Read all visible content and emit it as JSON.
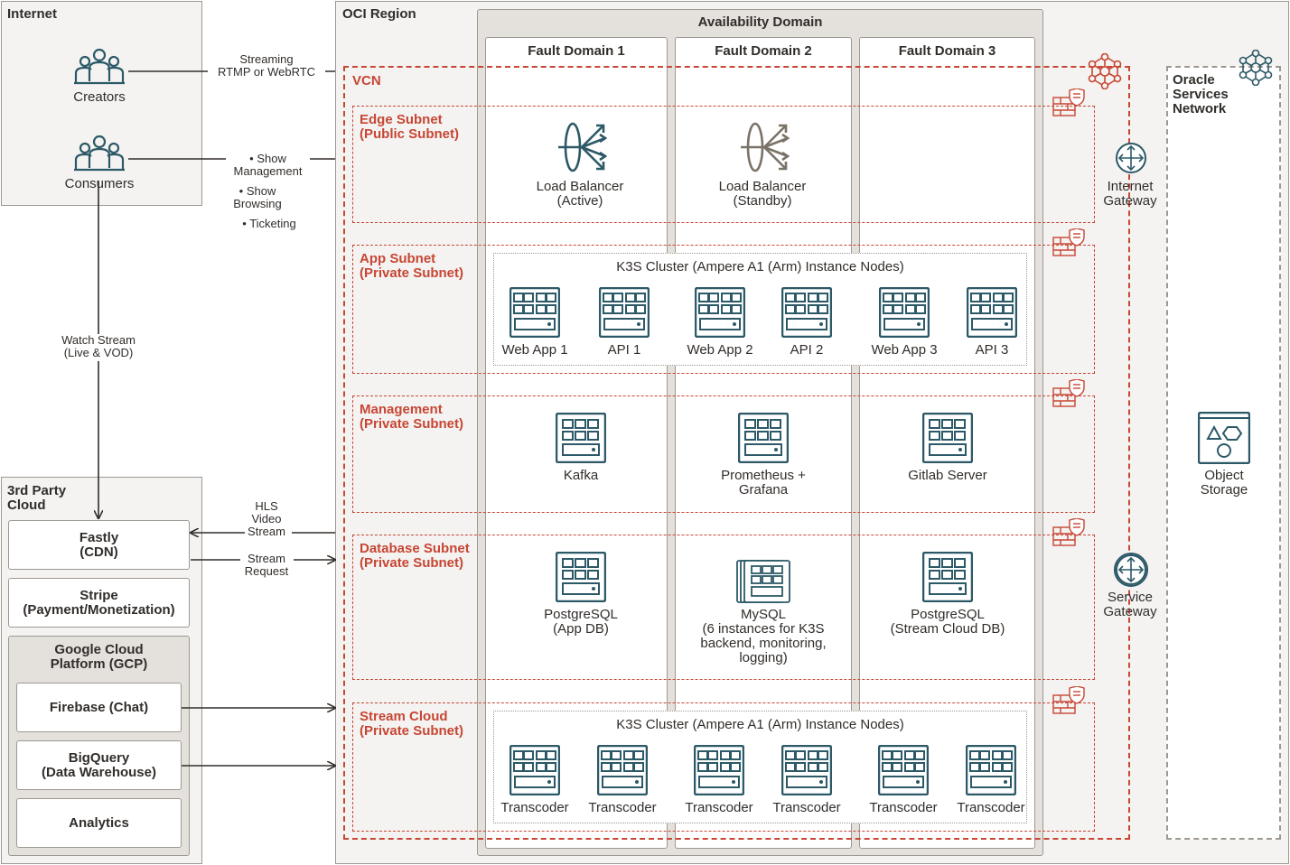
{
  "internet": {
    "title": "Internet",
    "creators": "Creators",
    "consumers": "Consumers"
  },
  "edges": {
    "streaming": "Streaming\nRTMP or WebRTC",
    "show_management": "Show\nManagement",
    "show_browsing": "Show\nBrowsing",
    "ticketing": "Ticketing",
    "watch_stream": "Watch Stream\n(Live & VOD)",
    "hls": "HLS\nVideo\nStream",
    "stream_request": "Stream\nRequest"
  },
  "third_party": {
    "title": "3rd Party\nCloud",
    "fastly": "Fastly\n(CDN)",
    "stripe": "Stripe\n(Payment/Monetization)",
    "gcp_title": "Google Cloud\nPlatform (GCP)",
    "firebase": "Firebase (Chat)",
    "bigquery": "BigQuery\n(Data Warehouse)",
    "analytics": "Analytics"
  },
  "oci": {
    "region": "OCI Region",
    "availability_domain": "Availability Domain",
    "fault_domains": [
      "Fault Domain 1",
      "Fault Domain 2",
      "Fault Domain 3"
    ],
    "vcn": "VCN",
    "subnets": {
      "edge": "Edge Subnet\n(Public Subnet)",
      "app": "App Subnet\n(Private Subnet)",
      "management": "Management\n(Private Subnet)",
      "database": "Database Subnet\n(Private Subnet)",
      "stream": "Stream Cloud\n(Private Subnet)"
    },
    "load_balancers": [
      "Load Balancer\n(Active)",
      "Load Balancer\n(Standby)"
    ],
    "k3s_title": "K3S Cluster (Ampere A1 (Arm) Instance Nodes)",
    "app_nodes": [
      "Web App 1",
      "API 1",
      "Web App 2",
      "API 2",
      "Web App 3",
      "API 3"
    ],
    "mgmt_nodes": [
      "Kafka",
      "Prometheus +\nGrafana",
      "Gitlab Server"
    ],
    "db_nodes": [
      "PostgreSQL\n(App DB)",
      "MySQL\n(6 instances for K3S\nbackend, monitoring,\nlogging)",
      "PostgreSQL\n(Stream Cloud DB)"
    ],
    "stream_nodes": [
      "Transcoder",
      "Transcoder",
      "Transcoder",
      "Transcoder",
      "Transcoder",
      "Transcoder"
    ],
    "internet_gateway": "Internet\nGateway",
    "service_gateway": "Service\nGateway"
  },
  "osn": {
    "title": "Oracle\nServices\nNetwork",
    "object_storage": "Object\nStorage"
  },
  "colors": {
    "accent": "#c74634",
    "icon": "#2c5967",
    "panel": "#f4f3f1",
    "border": "#9e9892"
  }
}
